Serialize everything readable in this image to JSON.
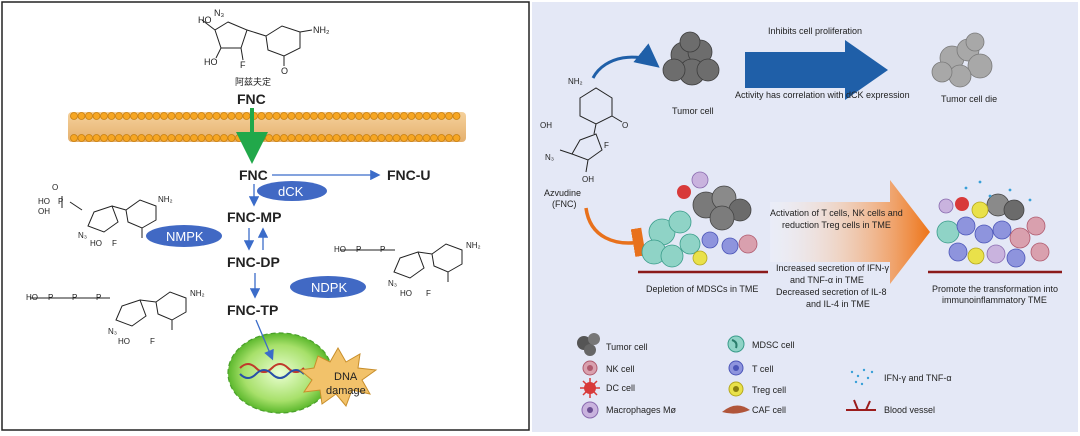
{
  "left_panel": {
    "drug_name_cn": "阿兹夫定",
    "fnc_top": "FNC",
    "fnc": "FNC",
    "fnc_u": "FNC-U",
    "fnc_mp": "FNC-MP",
    "fnc_dp": "FNC-DP",
    "fnc_tp": "FNC-TP",
    "enzymes": {
      "dck": "dCK",
      "nmpk": "NMPK",
      "ndpk": "NDPK"
    },
    "dna_damage": [
      "DNA",
      "damage"
    ],
    "molecule_labels": {
      "n3": "N₃",
      "ho": "HO",
      "f": "F",
      "nh2": "NH₂",
      "o": "O",
      "oh": "OH",
      "p": "P"
    }
  },
  "right_panel": {
    "top_arrow_text": "Inhibits cell proliferation",
    "top_arrow_subtext": "Activity has correlation with dCK expression",
    "tumor_cell": "Tumor cell",
    "tumor_cell_die": "Tumor cell die",
    "drug_label": [
      "Azvudine",
      "(FNC)"
    ],
    "middle_arrow_text": [
      "Activation of T cells, NK cells and",
      "reduction Treg cells in TME"
    ],
    "middle_arrow_text2": [
      "Increased secretion of IFN-γ",
      "and TNF-α in TME",
      "Decreased secretion of IL-8",
      "and IL-4 in TME"
    ],
    "depletion_label": "Depletion of MDSCs in TME",
    "promote_label": [
      "Promote the transformation into",
      "immunoinflammatory TME"
    ],
    "legend": [
      {
        "label": "Tumor cell",
        "icon": "tumor-cell-icon"
      },
      {
        "label": "NK cell",
        "icon": "nk-cell-icon"
      },
      {
        "label": "DC cell",
        "icon": "dc-cell-icon"
      },
      {
        "label": "Macrophages Mø",
        "icon": "macrophage-icon"
      },
      {
        "label": "MDSC cell",
        "icon": "mdsc-cell-icon"
      },
      {
        "label": "T cell",
        "icon": "t-cell-icon"
      },
      {
        "label": "Treg cell",
        "icon": "treg-cell-icon"
      },
      {
        "label": "CAF cell",
        "icon": "caf-cell-icon"
      },
      {
        "label": "IFN-γ and TNF-α",
        "icon": "cytokine-icon"
      },
      {
        "label": "Blood vessel",
        "icon": "blood-vessel-icon"
      }
    ],
    "colors": {
      "panel_bg": "#e4e8f6",
      "blue_arrow": "#1f5fa8",
      "orange_arrow": "#e8711c",
      "enzyme_fill": "#4169c4",
      "green_arrow": "#21a84a"
    }
  }
}
